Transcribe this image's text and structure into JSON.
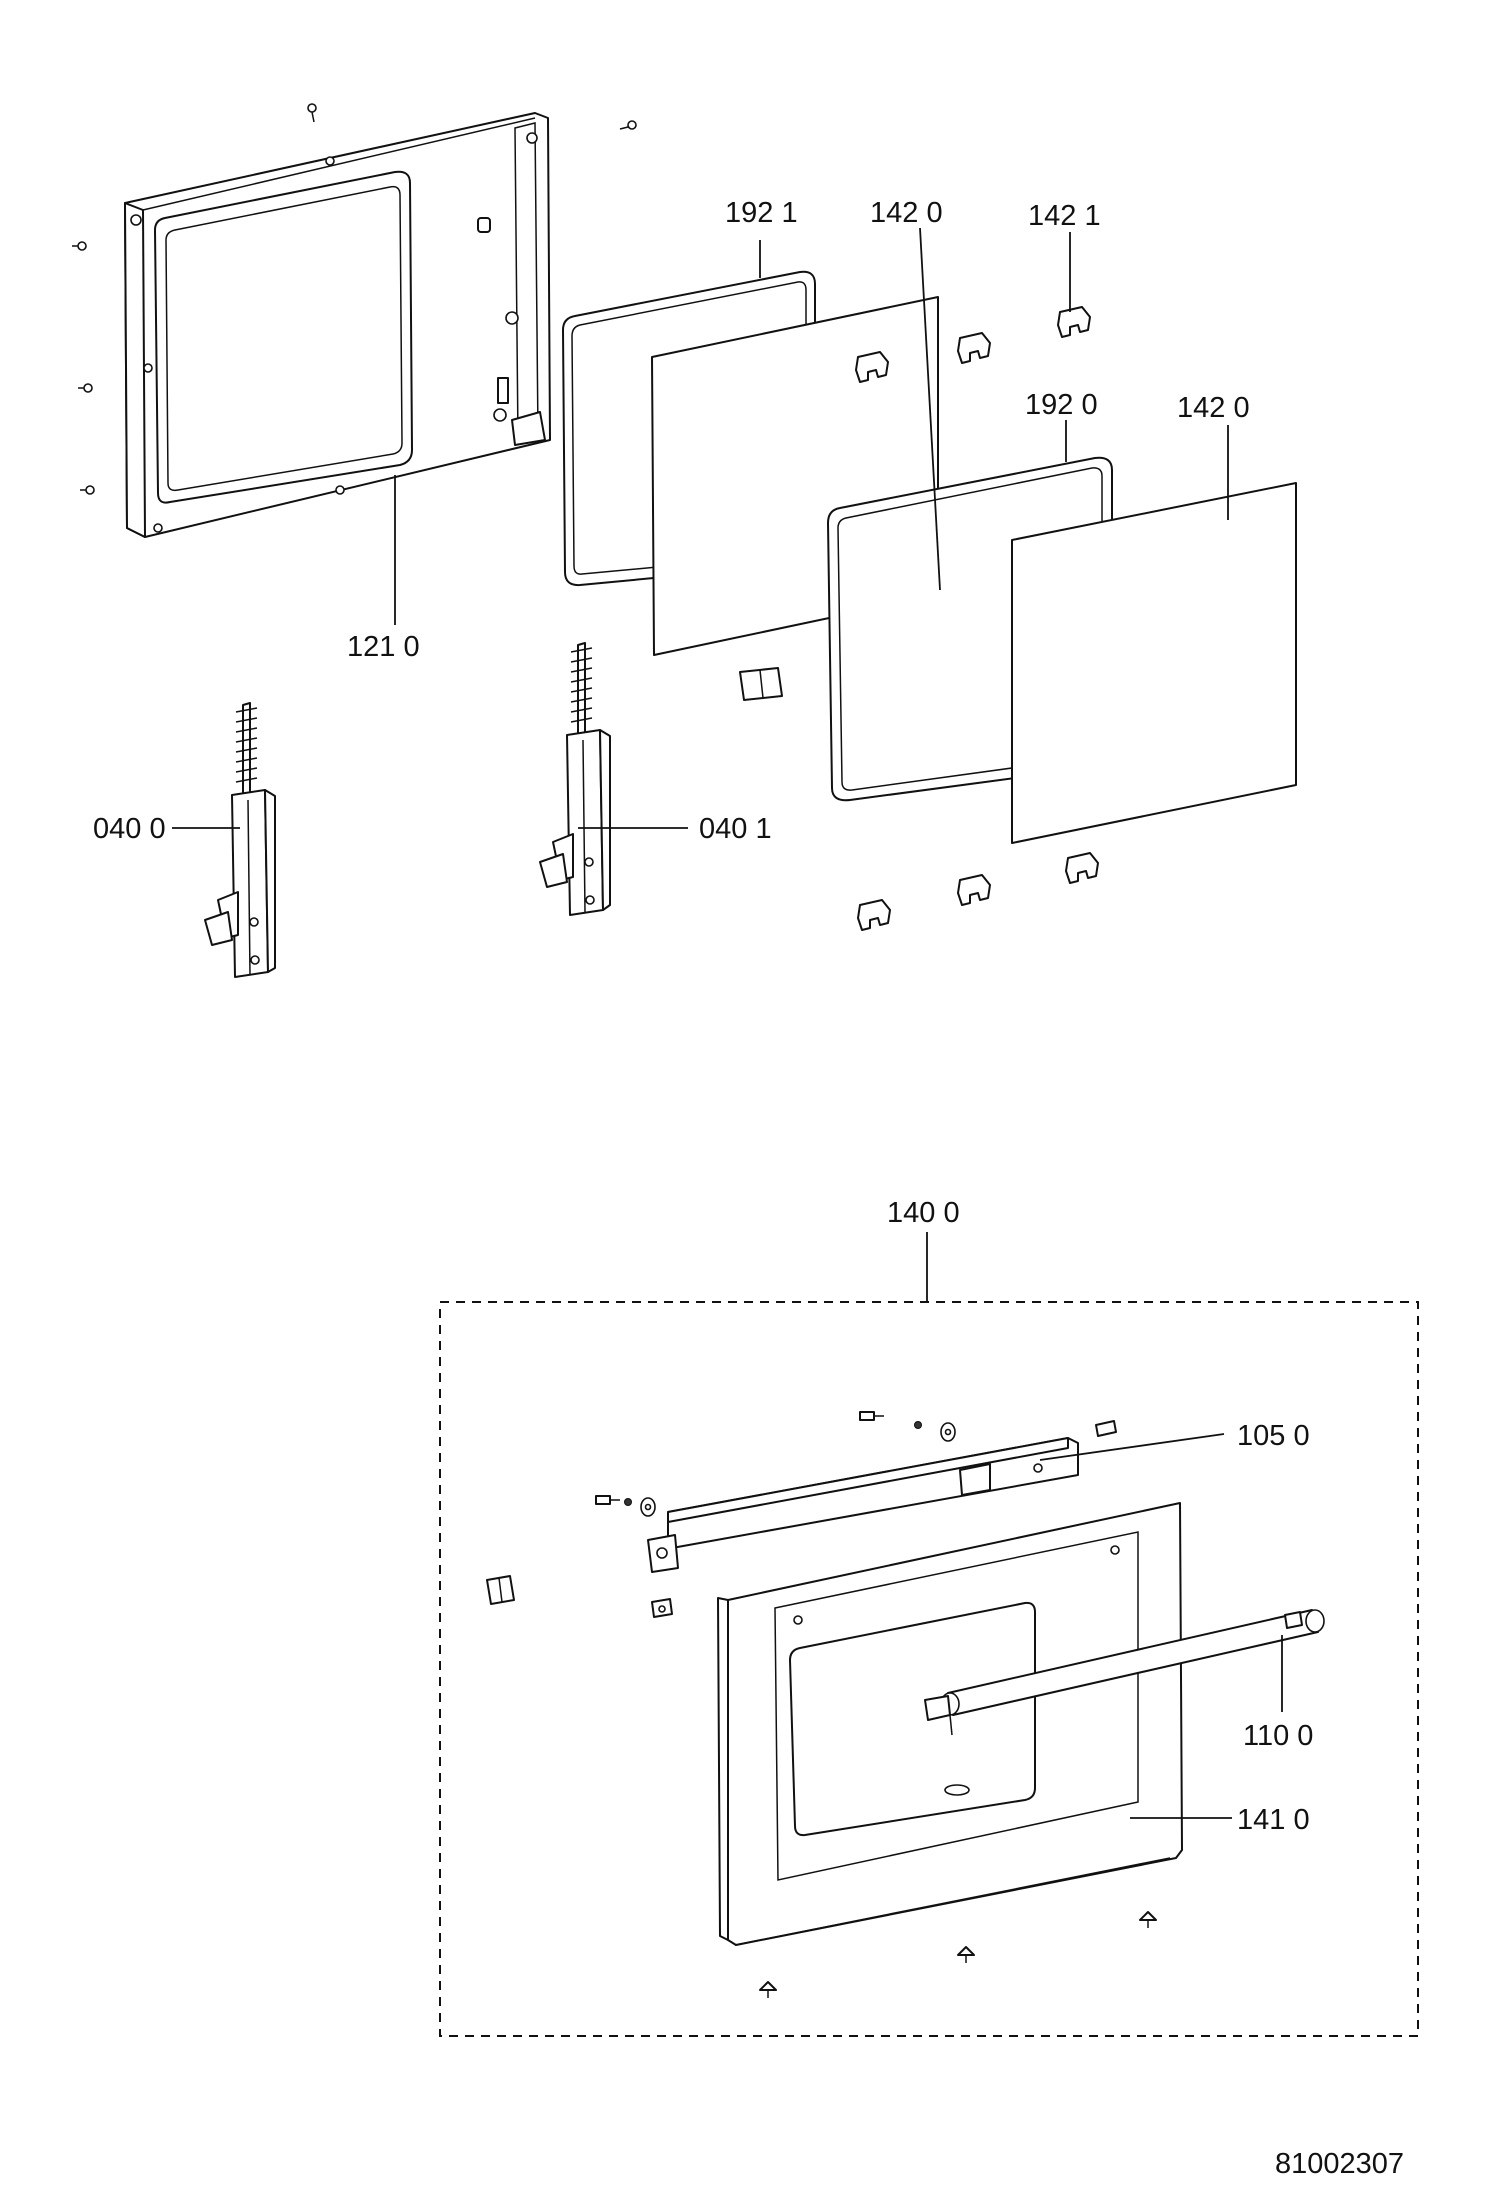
{
  "labels": {
    "door_frame": "121 0",
    "gasket_inner": "192 1",
    "glass_inner": "142 0",
    "glass_clip": "142 1",
    "gasket_outer": "192 0",
    "glass_outer": "142 0",
    "hinge_left": "040 0",
    "hinge_right": "040 1",
    "door_assembly": "140 0",
    "top_profile": "105 0",
    "handle": "110 0",
    "outer_door": "141 0"
  },
  "drawing_number": "81002307"
}
